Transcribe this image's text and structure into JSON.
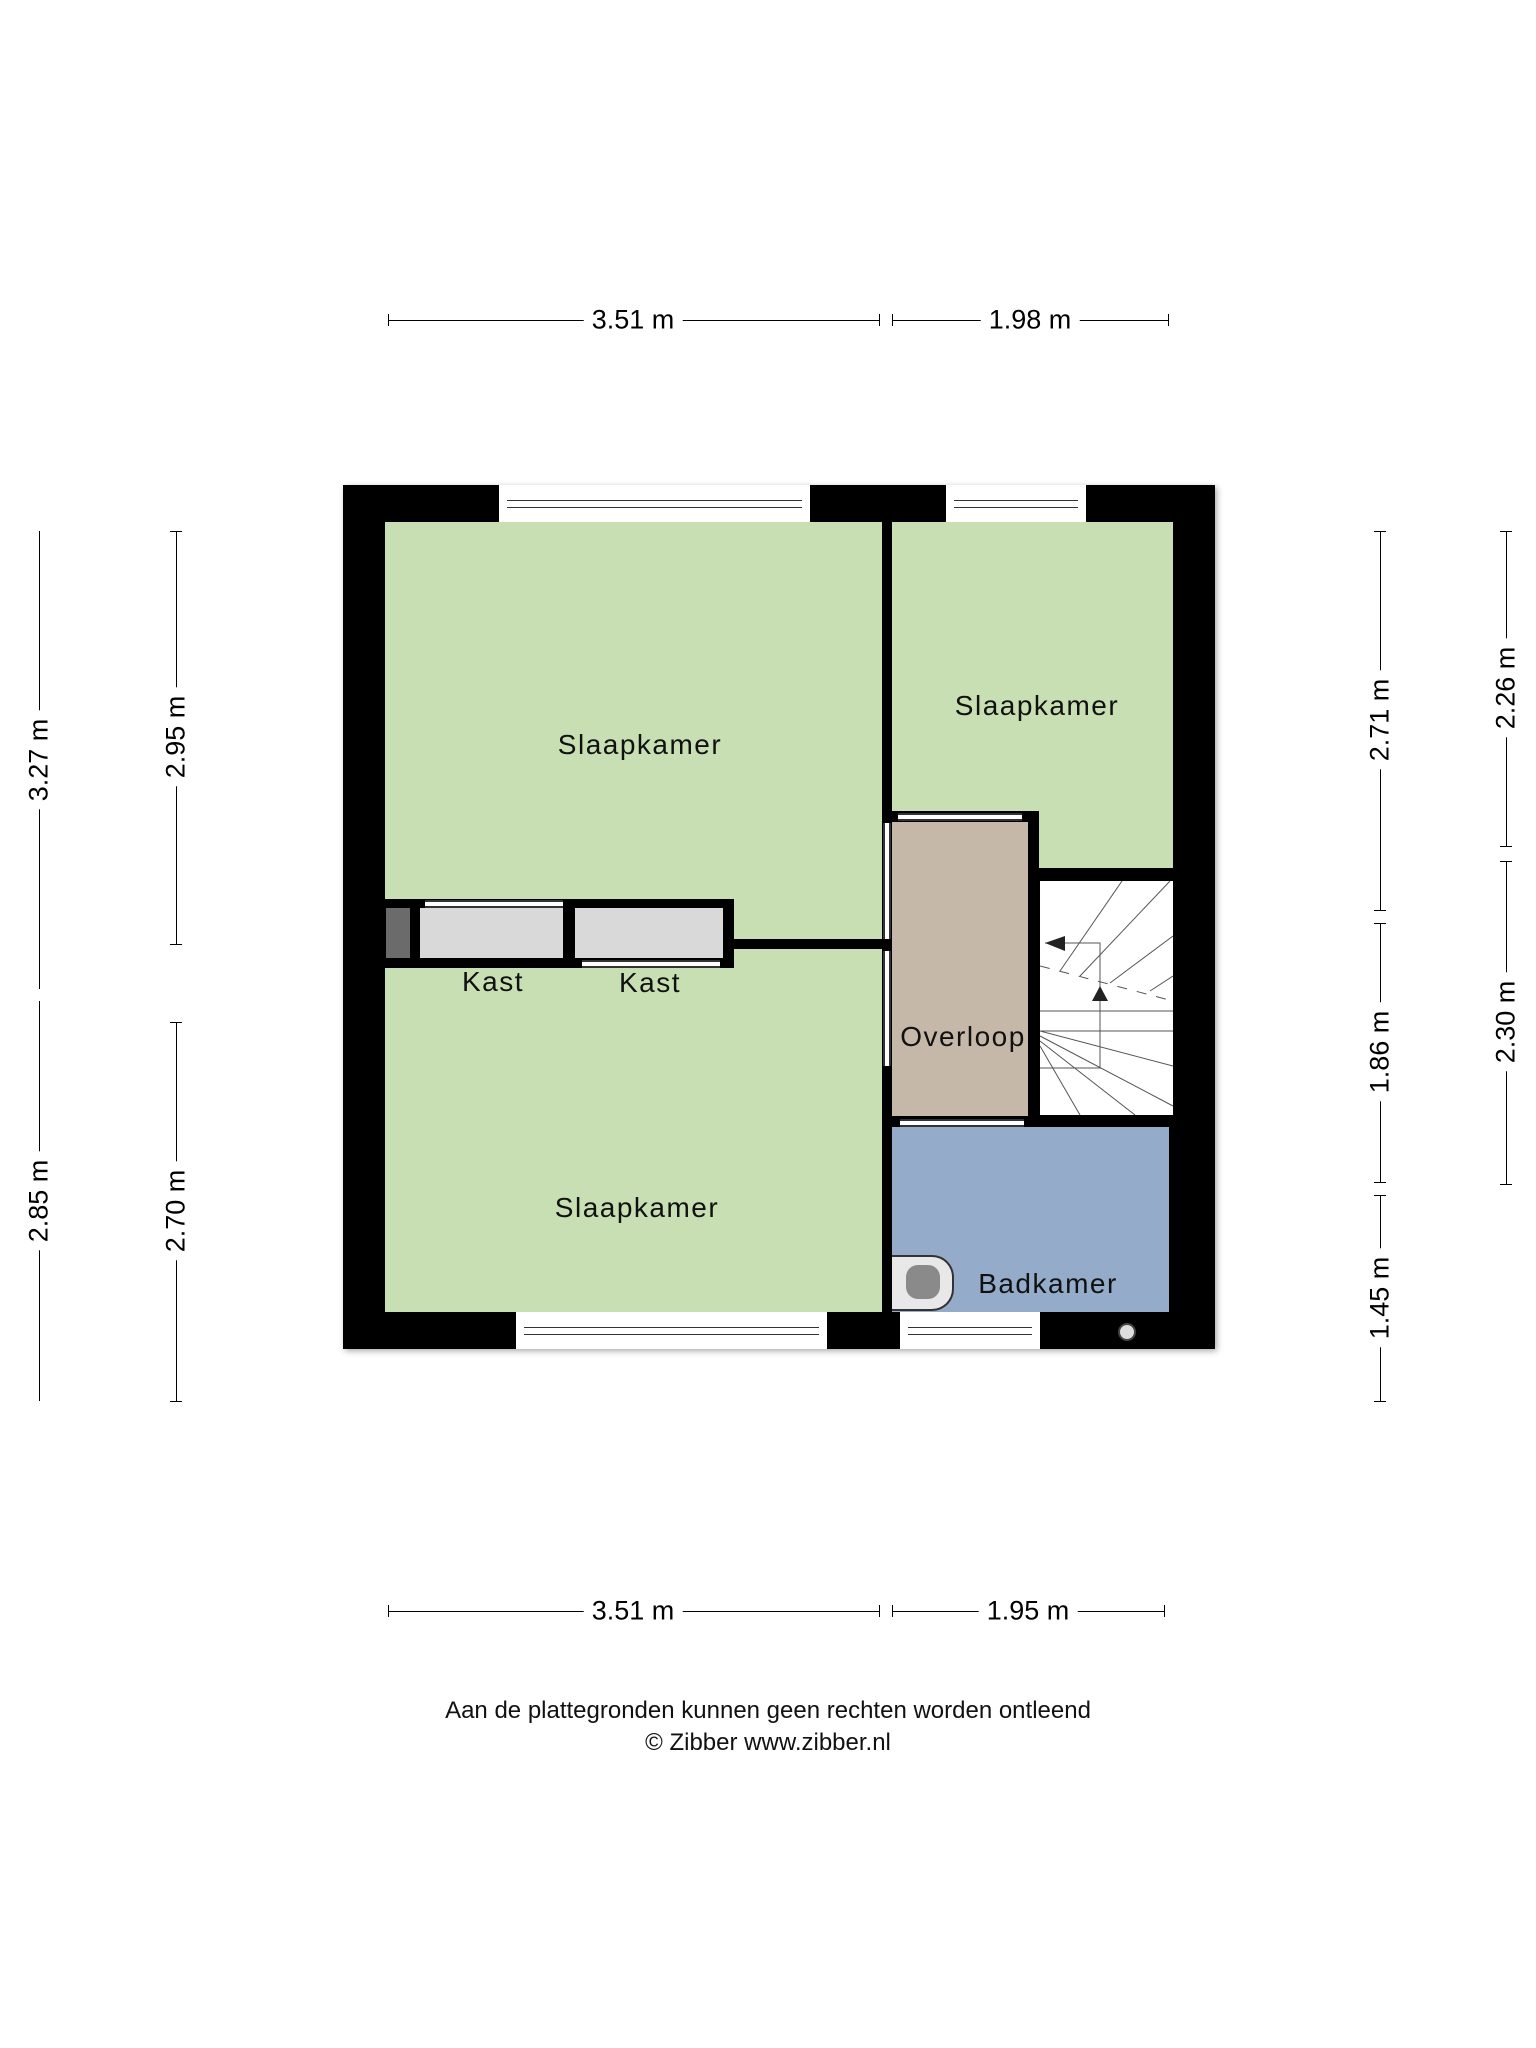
{
  "rooms": {
    "bedroom_1": "Slaapkamer",
    "bedroom_2": "Slaapkamer",
    "bedroom_3": "Slaapkamer",
    "closet_1": "Kast",
    "closet_2": "Kast",
    "landing": "Overloop",
    "bathroom": "Badkamer"
  },
  "dimensions": {
    "top": [
      "3.51 m",
      "1.98 m"
    ],
    "bottom": [
      "3.51 m",
      "1.95 m"
    ],
    "left_outer": [
      "3.27 m",
      "2.85 m"
    ],
    "left_inner": [
      "2.95 m",
      "2.70 m"
    ],
    "right_inner": [
      "2.71 m",
      "1.86 m",
      "1.45 m"
    ],
    "right_outer": [
      "2.26 m",
      "2.30 m"
    ]
  },
  "footer": {
    "disclaimer": "Aan de plattegronden kunnen geen rechten worden ontleend",
    "copyright": "© Zibber www.zibber.nl"
  },
  "colors": {
    "bedroom": "#c8dfb3",
    "landing": "#c6b8a8",
    "bathroom": "#94abc9",
    "closet": "#d9d9d9"
  }
}
